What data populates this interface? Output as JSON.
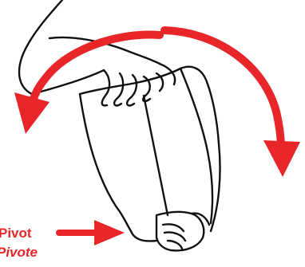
{
  "labels": {
    "pivot_en": "Pivot",
    "pivot_fr": "Pivote"
  },
  "colors": {
    "arrow": "#e8262a",
    "outline": "#111111",
    "background": "#ffffff"
  },
  "icons": {
    "left_arrow": "curved-arrow-left-down",
    "right_arrow": "curved-arrow-right-down",
    "pivot_arrow": "straight-arrow-right"
  }
}
